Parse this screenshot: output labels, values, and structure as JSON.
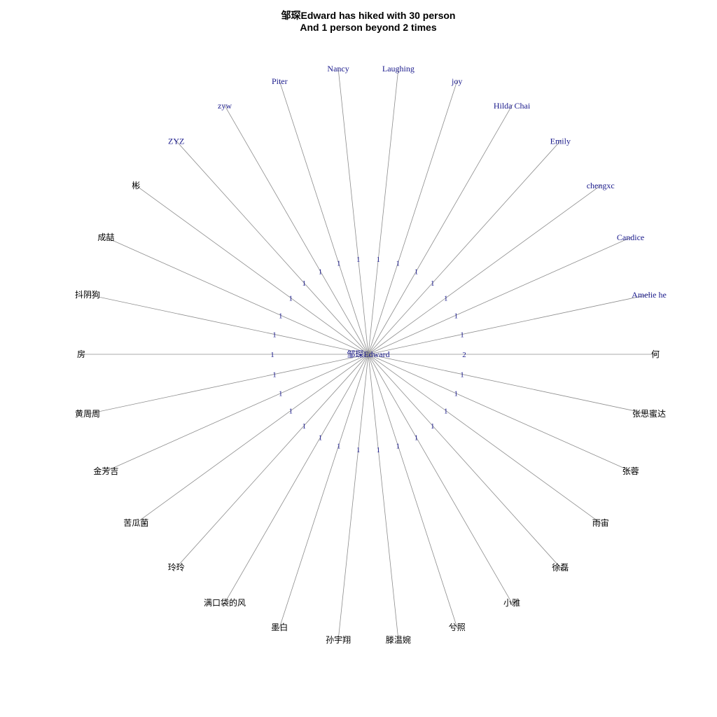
{
  "title_line1": "邹琛Edward has hiked with 30 person",
  "title_line2": "And 1 person beyond 2 times",
  "colors": {
    "edge": "#8c8c8c",
    "edge_label": "#1a1a8c",
    "node_latin": "#1a1a8c",
    "node_cjk": "#000000",
    "background": "#ffffff"
  },
  "center": {
    "label": "邹琛Edward"
  },
  "nodes": [
    {
      "label": "何",
      "weight": "2"
    },
    {
      "label": "Amelie he",
      "weight": "1"
    },
    {
      "label": "Candice",
      "weight": "1"
    },
    {
      "label": "chengxc",
      "weight": "1"
    },
    {
      "label": "Emily",
      "weight": "1"
    },
    {
      "label": "Hilda Chai",
      "weight": "1"
    },
    {
      "label": "joy",
      "weight": "1"
    },
    {
      "label": "Laughing",
      "weight": "1"
    },
    {
      "label": "Nancy",
      "weight": "1"
    },
    {
      "label": "Piter",
      "weight": "1"
    },
    {
      "label": "zyw",
      "weight": "1"
    },
    {
      "label": "ZYZ",
      "weight": "1"
    },
    {
      "label": "彬",
      "weight": "1"
    },
    {
      "label": "成喆",
      "weight": "1"
    },
    {
      "label": "抖阴狗",
      "weight": "1"
    },
    {
      "label": "房",
      "weight": "1"
    },
    {
      "label": "黄周周",
      "weight": "1"
    },
    {
      "label": "金芳吉",
      "weight": "1"
    },
    {
      "label": "苦瓜菌",
      "weight": "1"
    },
    {
      "label": "玲玲",
      "weight": "1"
    },
    {
      "label": "满口袋的风",
      "weight": "1"
    },
    {
      "label": "墨白",
      "weight": "1"
    },
    {
      "label": "孙宇翔",
      "weight": "1"
    },
    {
      "label": "滕温婉",
      "weight": "1"
    },
    {
      "label": "兮照",
      "weight": "1"
    },
    {
      "label": "小雅",
      "weight": "1"
    },
    {
      "label": "徐磊",
      "weight": "1"
    },
    {
      "label": "雨宙",
      "weight": "1"
    },
    {
      "label": "张蓉",
      "weight": "1"
    },
    {
      "label": "张思蜜达",
      "weight": "1"
    }
  ]
}
